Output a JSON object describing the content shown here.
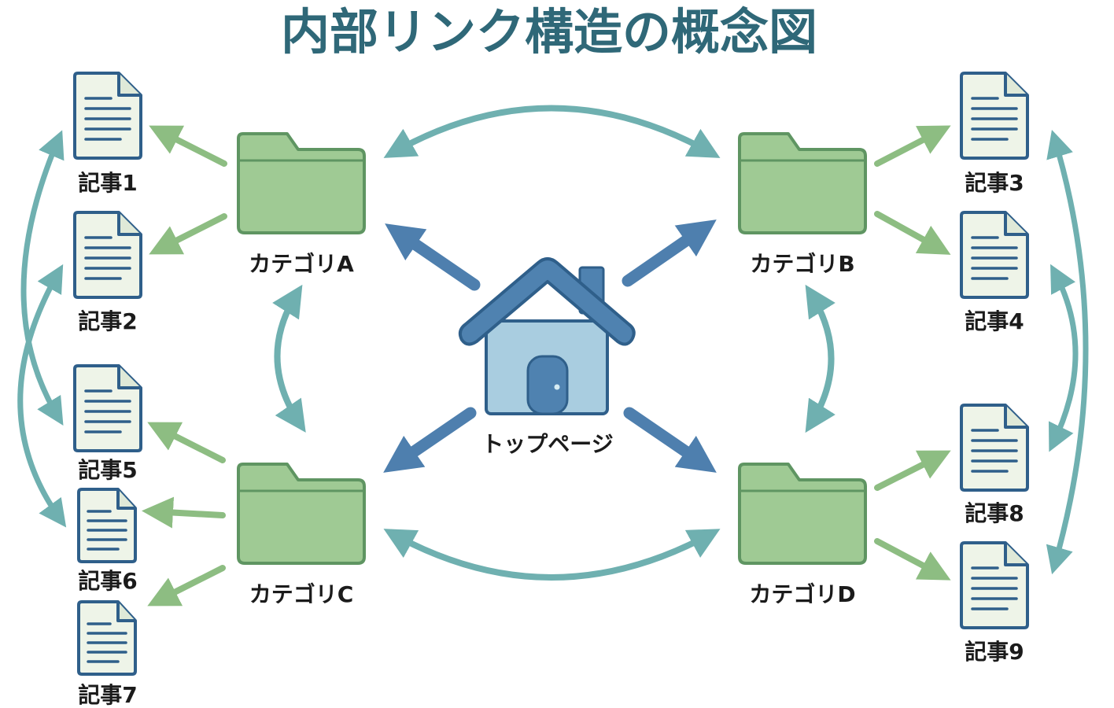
{
  "title": "内部リンク構造の概念図",
  "home": {
    "label": "トップページ",
    "icon": "house-icon"
  },
  "categories": [
    {
      "id": "A",
      "label": "カテゴリA",
      "icon": "folder-icon"
    },
    {
      "id": "B",
      "label": "カテゴリB",
      "icon": "folder-icon"
    },
    {
      "id": "C",
      "label": "カテゴリC",
      "icon": "folder-icon"
    },
    {
      "id": "D",
      "label": "カテゴリD",
      "icon": "folder-icon"
    }
  ],
  "articles": [
    {
      "id": "1",
      "label": "記事1",
      "icon": "document-icon"
    },
    {
      "id": "2",
      "label": "記事2",
      "icon": "document-icon"
    },
    {
      "id": "3",
      "label": "記事3",
      "icon": "document-icon"
    },
    {
      "id": "4",
      "label": "記事4",
      "icon": "document-icon"
    },
    {
      "id": "5",
      "label": "記事5",
      "icon": "document-icon"
    },
    {
      "id": "6",
      "label": "記事6",
      "icon": "document-icon"
    },
    {
      "id": "7",
      "label": "記事7",
      "icon": "document-icon"
    },
    {
      "id": "8",
      "label": "記事8",
      "icon": "document-icon"
    },
    {
      "id": "9",
      "label": "記事9",
      "icon": "document-icon"
    }
  ],
  "links": {
    "home_to_category": [
      "A",
      "B",
      "C",
      "D"
    ],
    "category_bidirectional": [
      [
        "A",
        "B"
      ],
      [
        "C",
        "D"
      ],
      [
        "A",
        "C"
      ],
      [
        "B",
        "D"
      ]
    ],
    "category_to_article": [
      [
        "A",
        "1"
      ],
      [
        "A",
        "2"
      ],
      [
        "B",
        "3"
      ],
      [
        "B",
        "4"
      ],
      [
        "C",
        "5"
      ],
      [
        "C",
        "6"
      ],
      [
        "C",
        "7"
      ],
      [
        "D",
        "8"
      ],
      [
        "D",
        "9"
      ]
    ],
    "article_bidirectional": [
      [
        "1",
        "5"
      ],
      [
        "2",
        "6"
      ],
      [
        "3",
        "9"
      ],
      [
        "4",
        "8"
      ]
    ]
  },
  "colors": {
    "title": "#2f6878",
    "home_arrow": "#4e7fae",
    "category_link": "#6fb0b0",
    "article_link": "#8dbd82",
    "folder_fill": "#9fca94",
    "folder_stroke": "#5f9562",
    "house_fill": "#a9cde0",
    "roof_fill": "#4f82b0",
    "doc_fill": "#eef4e8",
    "doc_stroke": "#2f5f8a"
  }
}
